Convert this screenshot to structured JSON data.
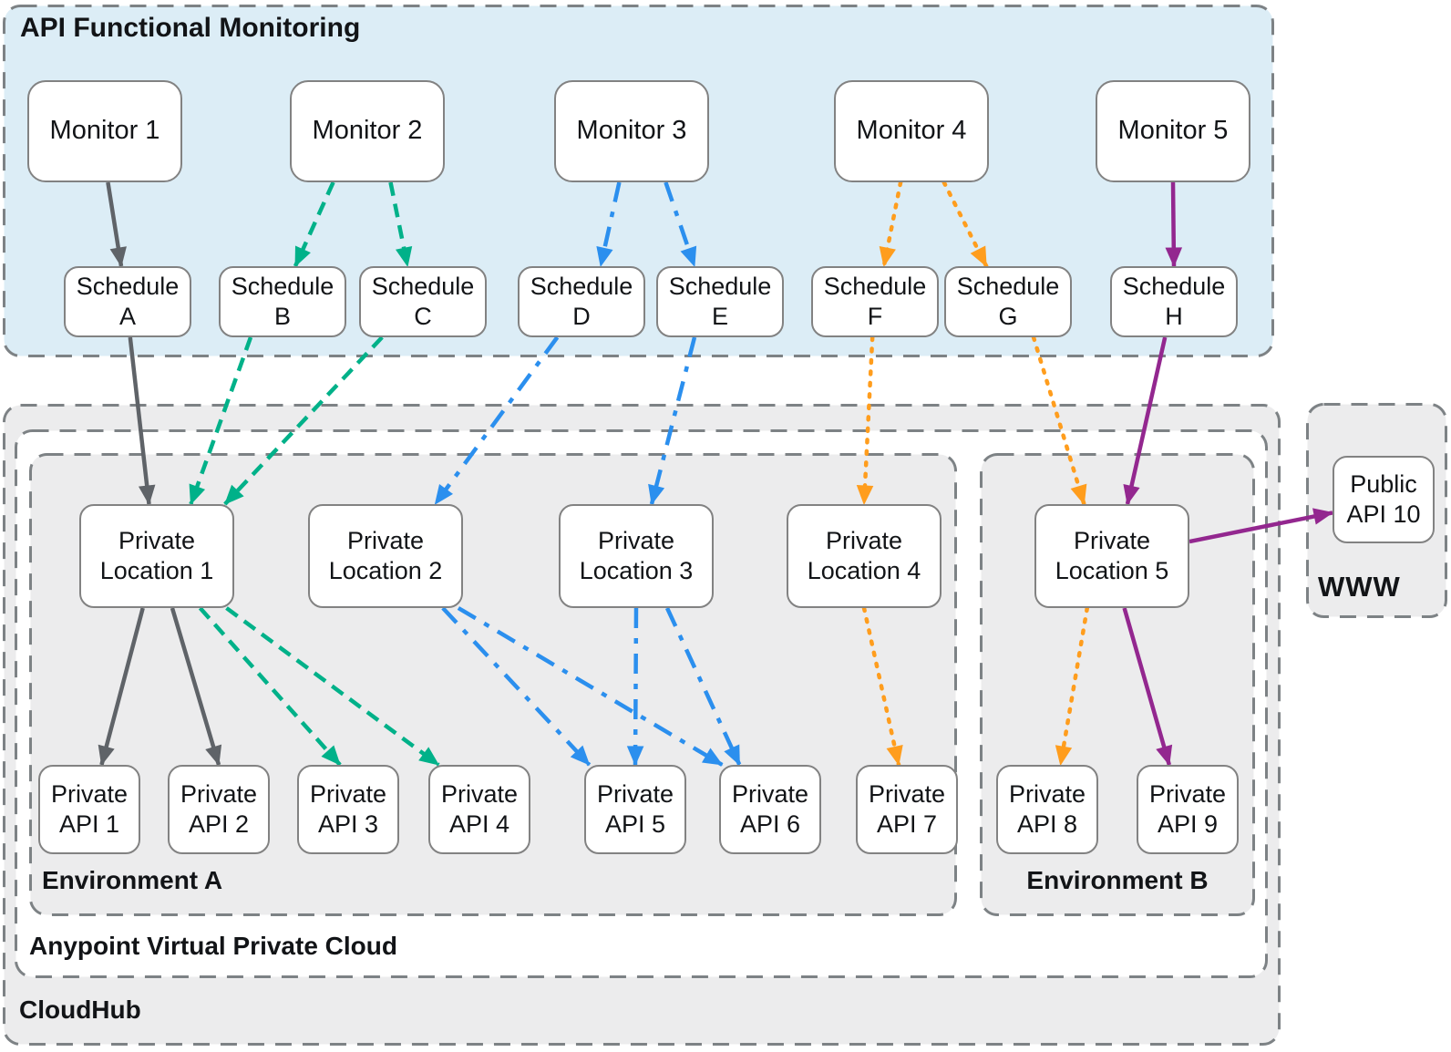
{
  "containers": {
    "monitoring": {
      "label": "API Functional Monitoring"
    },
    "cloudhub": {
      "label": "CloudHub"
    },
    "avpc": {
      "label": "Anypoint Virtual Private Cloud"
    },
    "env_a": {
      "label": "Environment A"
    },
    "env_b": {
      "label": "Environment B"
    },
    "www": {
      "label": "WWW"
    }
  },
  "nodes": {
    "monitor1": {
      "label": "Monitor 1"
    },
    "monitor2": {
      "label": "Monitor 2"
    },
    "monitor3": {
      "label": "Monitor 3"
    },
    "monitor4": {
      "label": "Monitor 4"
    },
    "monitor5": {
      "label": "Monitor 5"
    },
    "schedule_a": {
      "label": "Schedule A"
    },
    "schedule_b": {
      "label": "Schedule B"
    },
    "schedule_c": {
      "label": "Schedule C"
    },
    "schedule_d": {
      "label": "Schedule D"
    },
    "schedule_e": {
      "label": "Schedule E"
    },
    "schedule_f": {
      "label": "Schedule F"
    },
    "schedule_g": {
      "label": "Schedule G"
    },
    "schedule_h": {
      "label": "Schedule H"
    },
    "private_location1": {
      "label": "Private Location 1"
    },
    "private_location2": {
      "label": "Private Location 2"
    },
    "private_location3": {
      "label": "Private Location 3"
    },
    "private_location4": {
      "label": "Private Location 4"
    },
    "private_location5": {
      "label": "Private Location 5"
    },
    "private_api1": {
      "label": "Private API 1"
    },
    "private_api2": {
      "label": "Private API 2"
    },
    "private_api3": {
      "label": "Private API 3"
    },
    "private_api4": {
      "label": "Private API 4"
    },
    "private_api5": {
      "label": "Private API 5"
    },
    "private_api6": {
      "label": "Private API 6"
    },
    "private_api7": {
      "label": "Private API 7"
    },
    "private_api8": {
      "label": "Private API 8"
    },
    "private_api9": {
      "label": "Private API 9"
    },
    "public_api10": {
      "label": "Public API 10"
    }
  },
  "edges": [
    {
      "from": "monitor1",
      "to": "schedule_a",
      "color": "gray",
      "style": "solid",
      "fromAnchor": "bottom@0.52",
      "toAnchor": "top@0.45"
    },
    {
      "from": "monitor2",
      "to": "schedule_b",
      "color": "teal",
      "style": "dashed",
      "fromAnchor": "bottom@0.28",
      "toAnchor": "top@0.6"
    },
    {
      "from": "monitor2",
      "to": "schedule_c",
      "color": "teal",
      "style": "dashed",
      "fromAnchor": "bottom@0.65",
      "toAnchor": "top@0.38"
    },
    {
      "from": "monitor3",
      "to": "schedule_d",
      "color": "blue",
      "style": "dashdot",
      "fromAnchor": "bottom@0.42",
      "toAnchor": "top@0.65"
    },
    {
      "from": "monitor3",
      "to": "schedule_e",
      "color": "blue",
      "style": "dashdot",
      "fromAnchor": "bottom@0.72",
      "toAnchor": "top@0.3"
    },
    {
      "from": "monitor4",
      "to": "schedule_f",
      "color": "orange",
      "style": "dotted",
      "fromAnchor": "bottom@0.43",
      "toAnchor": "top@0.57"
    },
    {
      "from": "monitor4",
      "to": "schedule_g",
      "color": "orange",
      "style": "dotted",
      "fromAnchor": "bottom@0.71",
      "toAnchor": "top@0.33"
    },
    {
      "from": "monitor5",
      "to": "schedule_h",
      "color": "purple",
      "style": "solid",
      "fromAnchor": "bottom@0.5",
      "toAnchor": "top@0.5"
    },
    {
      "from": "schedule_a",
      "to": "private_location1",
      "color": "gray",
      "style": "solid",
      "fromAnchor": "bottom@0.52",
      "toAnchor": "top@0.45"
    },
    {
      "from": "schedule_b",
      "to": "private_location1",
      "color": "teal",
      "style": "dashed",
      "fromAnchor": "bottom@0.25",
      "toAnchor": "top@0.72"
    },
    {
      "from": "schedule_c",
      "to": "private_location1",
      "color": "teal",
      "style": "dashed",
      "fromAnchor": "bottom@0.18",
      "toAnchor": "top@0.94"
    },
    {
      "from": "schedule_d",
      "to": "private_location2",
      "color": "blue",
      "style": "dashdot",
      "fromAnchor": "bottom@0.31",
      "toAnchor": "top@0.82"
    },
    {
      "from": "schedule_e",
      "to": "private_location3",
      "color": "blue",
      "style": "dashdot",
      "fromAnchor": "bottom@0.3",
      "toAnchor": "top@0.6"
    },
    {
      "from": "schedule_f",
      "to": "private_location4",
      "color": "orange",
      "style": "dotted",
      "fromAnchor": "bottom@0.48",
      "toAnchor": "top@0.5"
    },
    {
      "from": "schedule_g",
      "to": "private_location5",
      "color": "orange",
      "style": "dotted",
      "fromAnchor": "bottom@0.7",
      "toAnchor": "top@0.32"
    },
    {
      "from": "schedule_h",
      "to": "private_location5",
      "color": "purple",
      "style": "solid",
      "fromAnchor": "bottom@0.43",
      "toAnchor": "top@0.6"
    },
    {
      "from": "private_location1",
      "to": "private_api1",
      "color": "gray",
      "style": "solid",
      "fromAnchor": "bottom@0.41",
      "toAnchor": "top@0.62"
    },
    {
      "from": "private_location1",
      "to": "private_api2",
      "color": "gray",
      "style": "solid",
      "fromAnchor": "bottom@0.6",
      "toAnchor": "top@0.5"
    },
    {
      "from": "private_location1",
      "to": "private_api3",
      "color": "teal",
      "style": "dashed",
      "fromAnchor": "bottom@0.78",
      "toAnchor": "top@0.42"
    },
    {
      "from": "private_location1",
      "to": "private_api4",
      "color": "teal",
      "style": "dashed",
      "fromAnchor": "bottom@0.95",
      "toAnchor": "top@0.1"
    },
    {
      "from": "private_location2",
      "to": "private_api5",
      "color": "blue",
      "style": "dashdot",
      "fromAnchor": "bottom@0.87",
      "toAnchor": "top@0.05"
    },
    {
      "from": "private_location2",
      "to": "private_api6",
      "color": "blue",
      "style": "dashdot",
      "fromAnchor": "bottom@0.97",
      "toAnchor": "top@0.03"
    },
    {
      "from": "private_location3",
      "to": "private_api5",
      "color": "blue",
      "style": "dashdot",
      "fromAnchor": "bottom@0.5",
      "toAnchor": "top@0.5"
    },
    {
      "from": "private_location3",
      "to": "private_api6",
      "color": "blue",
      "style": "dashdot",
      "fromAnchor": "bottom@0.7",
      "toAnchor": "top@0.2"
    },
    {
      "from": "private_location4",
      "to": "private_api7",
      "color": "orange",
      "style": "dotted",
      "fromAnchor": "bottom@0.5",
      "toAnchor": "top@0.42"
    },
    {
      "from": "private_location5",
      "to": "private_api8",
      "color": "orange",
      "style": "dotted",
      "fromAnchor": "bottom@0.34",
      "toAnchor": "top@0.63"
    },
    {
      "from": "private_location5",
      "to": "private_api9",
      "color": "purple",
      "style": "solid",
      "fromAnchor": "bottom@0.58",
      "toAnchor": "top@0.32"
    },
    {
      "from": "private_location5",
      "to": "public_api10",
      "color": "purple",
      "style": "solid",
      "fromAnchor": "right@0.36",
      "toAnchor": "left@0.65"
    }
  ],
  "colors": {
    "arrows": {
      "gray": "#5f6368",
      "teal": "#00b189",
      "blue": "#2b8fee",
      "orange": "#ff9d1d",
      "purple": "#93278f"
    },
    "panel_blue": "#dcedf6",
    "panel_gray": "#ececed",
    "panel_white": "#ffffff",
    "node_fill": "#ffffff",
    "node_border": "#828282",
    "container_border": "#7d8285"
  }
}
